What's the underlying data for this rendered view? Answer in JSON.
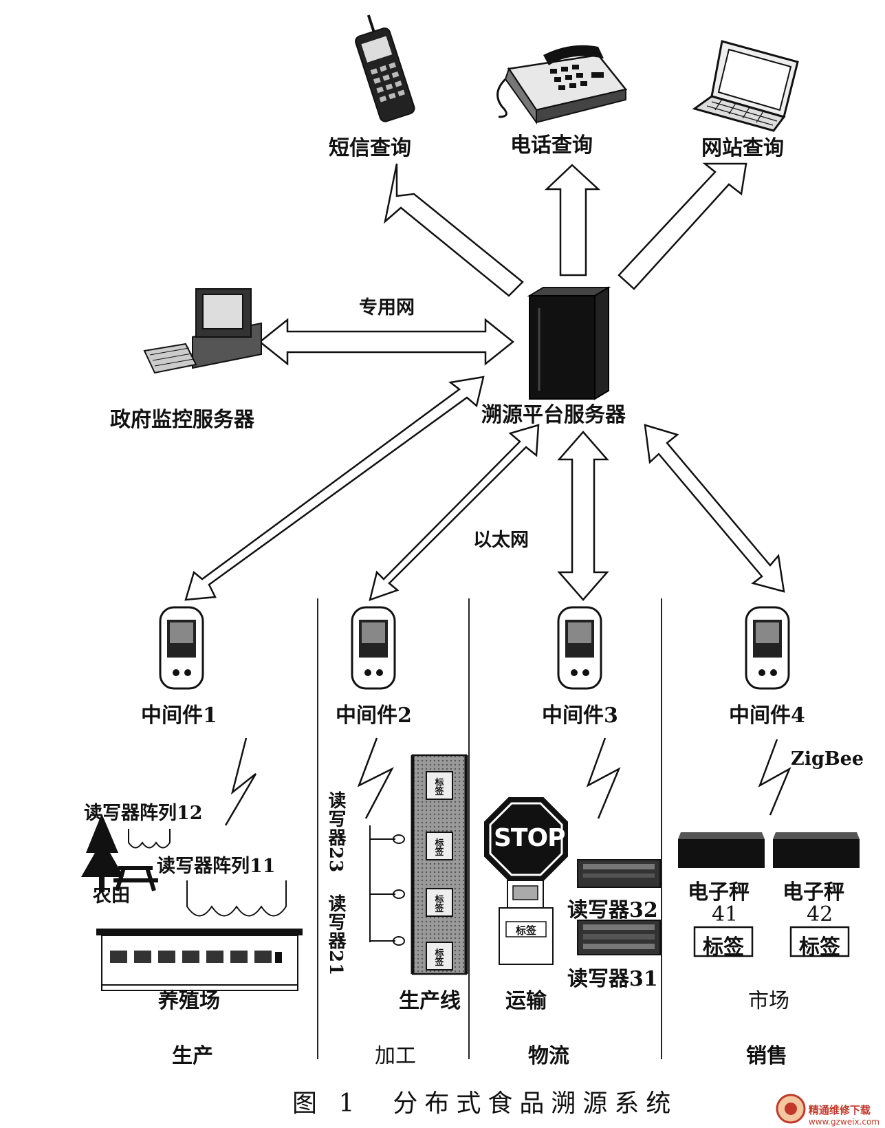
{
  "queries": {
    "sms": "短信查询",
    "phone": "电话查询",
    "website": "网站查询"
  },
  "network": {
    "private": "专用网",
    "ethernet": "以太网",
    "zigbee": "ZigBee"
  },
  "servers": {
    "government": "政府监控服务器",
    "platform": "溯源平台服务器"
  },
  "middleware": [
    "中间件1",
    "中间件2",
    "中间件3",
    "中间件4"
  ],
  "production": {
    "reader_array_12": "读写器阵列12",
    "reader_array_11": "读写器阵列11",
    "farmland": "农田",
    "farm": "养殖场",
    "stage": "生产"
  },
  "processing": {
    "reader_21": "读写器21",
    "reader_23": "读写器23",
    "line": "生产线",
    "tag": "标签",
    "stage": "加工"
  },
  "logistics": {
    "stop_sign": "STOP",
    "tag": "标签",
    "reader_32": "读写器32",
    "reader_31": "读写器31",
    "transport": "运输",
    "stage": "物流"
  },
  "sales": {
    "scale_1_name": "电子秤",
    "scale_1_num": "41",
    "scale_2_name": "电子秤",
    "scale_2_num": "42",
    "tag": "标签",
    "market": "市场",
    "stage": "销售"
  },
  "caption": "图 1　分布式食品溯源系统",
  "watermark": {
    "name": "精通维修下载",
    "url": "www.gzweix.com"
  }
}
